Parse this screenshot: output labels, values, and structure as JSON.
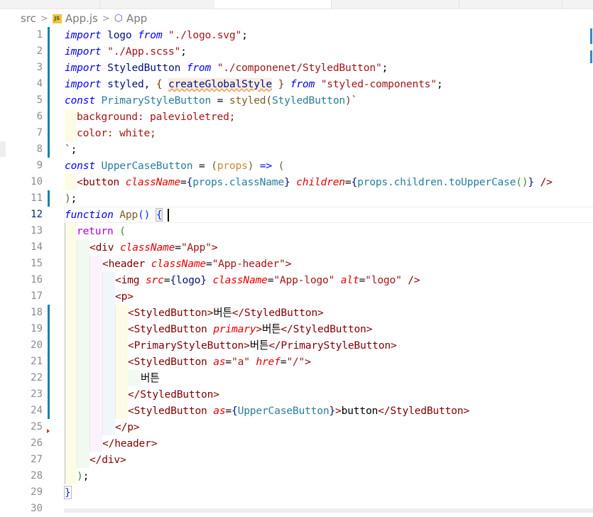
{
  "breadcrumb": {
    "folder": "src",
    "sep1": ">",
    "file_badge": "JS",
    "file": "App.js",
    "sep2": ">",
    "symbol_icon": "component-icon",
    "symbol": "App"
  },
  "editor": {
    "current_line": 12,
    "lines": [
      {
        "n": "1"
      },
      {
        "n": "2"
      },
      {
        "n": "3"
      },
      {
        "n": "4"
      },
      {
        "n": "5"
      },
      {
        "n": "6"
      },
      {
        "n": "7"
      },
      {
        "n": "8"
      },
      {
        "n": "9"
      },
      {
        "n": "10"
      },
      {
        "n": "11"
      },
      {
        "n": "12"
      },
      {
        "n": "13"
      },
      {
        "n": "14"
      },
      {
        "n": "15"
      },
      {
        "n": "16"
      },
      {
        "n": "17"
      },
      {
        "n": "18"
      },
      {
        "n": "19"
      },
      {
        "n": "20"
      },
      {
        "n": "21"
      },
      {
        "n": "22"
      },
      {
        "n": "23"
      },
      {
        "n": "24"
      },
      {
        "n": "25"
      },
      {
        "n": "26"
      },
      {
        "n": "27"
      },
      {
        "n": "28"
      },
      {
        "n": "29"
      },
      {
        "n": "30"
      }
    ]
  },
  "code": {
    "l1": {
      "kw": "import",
      "id": " logo ",
      "from": "from",
      "sp": " ",
      "str": "\"./logo.svg\"",
      "end": ";"
    },
    "l2": {
      "kw": "import",
      "sp": " ",
      "str": "\"./App.scss\"",
      "end": ";"
    },
    "l3": {
      "kw": "import",
      "id": " StyledButton ",
      "from": "from",
      "sp": " ",
      "str": "\"./componenet/StyledButton\"",
      "end": ";"
    },
    "l4": {
      "kw": "import",
      "id": " styled, ",
      "ob": "{",
      "sp1": " ",
      "name": "createGlobalStyle",
      "sp2": " ",
      "cb": "}",
      "sp3": " ",
      "from": "from",
      "sp4": " ",
      "str": "\"styled-components\"",
      "end": ";"
    },
    "l5": {
      "kw": "const",
      "sp": " ",
      "name": "PrimaryStyleButton",
      "eq": " = ",
      "fn": "styled",
      "op": "(",
      "arg": "StyledButton",
      "cp": ")",
      "bt": "`"
    },
    "l6": {
      "text": "background: palevioletred;"
    },
    "l7": {
      "text": "color: white;"
    },
    "l8": {
      "bt": "`",
      "end": ";"
    },
    "l9": {
      "kw": "const",
      "sp": " ",
      "name": "UpperCaseButton",
      "eq": " = ",
      "op": "(",
      "arg": "props",
      "cp": ")",
      "arrow": " => ",
      "op2": "("
    },
    "l10": {
      "lt": "<",
      "tag": "button",
      "sp1": " ",
      "a1": "className",
      "eq1": "=",
      "ob1": "{",
      "v1": "props.className",
      "cb1": "}",
      "sp2": " ",
      "a2": "children",
      "eq2": "=",
      "ob2": "{",
      "v2a": "props.children.",
      "v2b": "toUpperCase",
      "v2c": "()",
      "cb2": "}",
      "end": " />"
    },
    "l11": {
      "cp": ")",
      "end": ";"
    },
    "l12": {
      "kw": "function",
      "sp": " ",
      "name": "App",
      "par": "() ",
      "ob": "{"
    },
    "l13": {
      "kw": "return",
      "sp": " ",
      "op": "("
    },
    "l14": {
      "lt": "<",
      "tag": "div",
      "sp": " ",
      "attr": "className",
      "eq": "=",
      "val": "\"App\"",
      "gt": ">"
    },
    "l15": {
      "lt": "<",
      "tag": "header",
      "sp": " ",
      "attr": "className",
      "eq": "=",
      "val": "\"App-header\"",
      "gt": ">"
    },
    "l16": {
      "lt": "<",
      "tag": "img",
      "sp1": " ",
      "a1": "src",
      "eq1": "=",
      "ob": "{",
      "v1": "logo",
      "cb": "}",
      "sp2": " ",
      "a2": "className",
      "eq2": "=",
      "v2": "\"App-logo\"",
      "sp3": " ",
      "a3": "alt",
      "eq3": "=",
      "v3": "\"logo\"",
      "end": " />"
    },
    "l17": {
      "lt": "<",
      "tag": "p",
      "gt": ">"
    },
    "l18": {
      "lt": "<",
      "tag": "StyledButton",
      "gt": ">",
      "text": "버튼",
      "lt2": "</",
      "tag2": "StyledButton",
      "gt2": ">"
    },
    "l19": {
      "lt": "<",
      "tag": "StyledButton",
      "sp": " ",
      "attr": "primary",
      "gt": ">",
      "text": "버튼",
      "lt2": "</",
      "tag2": "StyledButton",
      "gt2": ">"
    },
    "l20": {
      "lt": "<",
      "tag": "PrimaryStyleButton",
      "gt": ">",
      "text": "버튼",
      "lt2": "</",
      "tag2": "PrimaryStyleButton",
      "gt2": ">"
    },
    "l21": {
      "lt": "<",
      "tag": "StyledButton",
      "sp1": " ",
      "a1": "as",
      "eq1": "=",
      "v1": "\"a\"",
      "sp2": " ",
      "a2": "href",
      "eq2": "=",
      "v2": "\"/\"",
      "gt": ">"
    },
    "l22": {
      "text": "버튼"
    },
    "l23": {
      "lt": "</",
      "tag": "StyledButton",
      "gt": ">"
    },
    "l24": {
      "lt": "<",
      "tag": "StyledButton",
      "sp": " ",
      "attr": "as",
      "eq": "=",
      "ob": "{",
      "val": "UpperCaseButton",
      "cb": "}",
      "gt": ">",
      "text": "button",
      "lt2": "</",
      "tag2": "StyledButton",
      "gt2": ">"
    },
    "l25": {
      "lt": "</",
      "tag": "p",
      "gt": ">"
    },
    "l26": {
      "lt": "</",
      "tag": "header",
      "gt": ">"
    },
    "l27": {
      "lt": "</",
      "tag": "div",
      "gt": ">"
    },
    "l28": {
      "cp": ")",
      "end": ";"
    },
    "l29": {
      "cb": "}"
    }
  },
  "colors": {
    "keyword": "#0000ff",
    "string": "#a31515",
    "tag": "#800000",
    "attribute": "#e50000",
    "variable": "#001080",
    "function": "#795e26",
    "class": "#267f99",
    "git_modified": "#1b81a8"
  }
}
